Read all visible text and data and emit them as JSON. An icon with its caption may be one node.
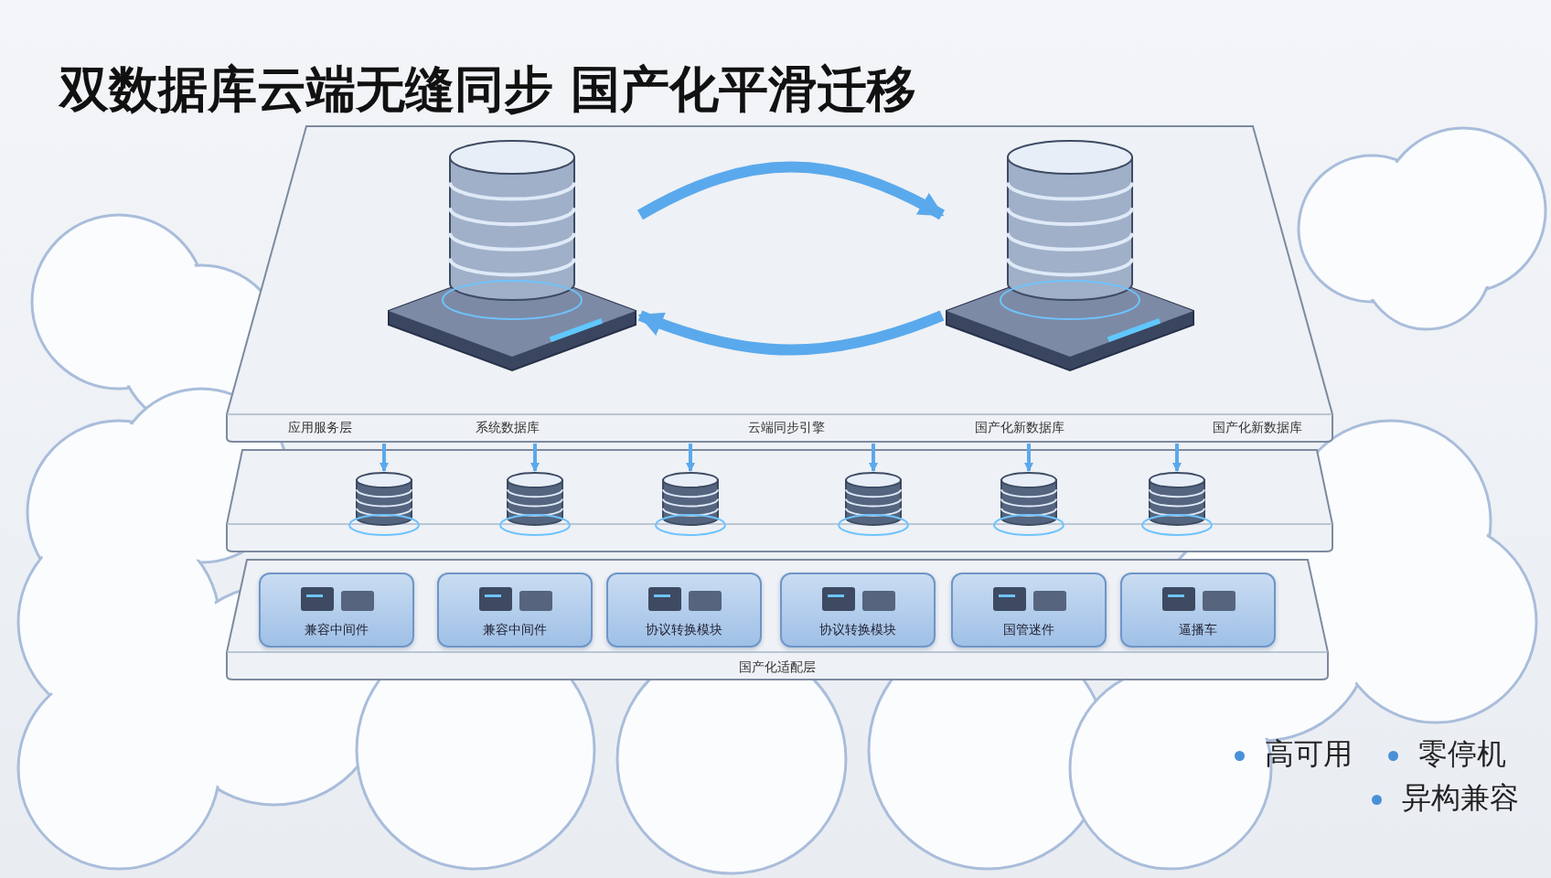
{
  "diagram": {
    "title": "双数据库云端无缝同步 国产化平滑迁移",
    "nodes": [
      {
        "text": [
          "应用服务层",
          "系统数据库",
          "云端同步引擎",
          "国产化新数据库",
          "国产化新数据库"
        ]
      },
      {
        "text": [],
        "shape": "cylinder",
        "in": 0
      },
      {
        "text": [],
        "shape": "cylinder",
        "in": 0
      },
      {
        "text": [],
        "shape": "box"
      },
      {
        "text": [],
        "shape": "cylinder",
        "in": 3
      },
      {
        "text": [],
        "shape": "cylinder",
        "in": 3
      },
      {
        "text": [],
        "shape": "cylinder",
        "in": 3
      },
      {
        "text": [],
        "shape": "cylinder",
        "in": 3
      },
      {
        "text": [],
        "shape": "cylinder",
        "in": 3
      },
      {
        "text": [],
        "shape": "cylinder",
        "in": 3
      },
      {
        "text": [
          "国产化适配层"
        ]
      },
      {
        "text": [
          "兼容中间件"
        ],
        "in": 10
      },
      {
        "text": [
          "兼容中间件"
        ],
        "in": 10
      },
      {
        "text": [
          "协议转换模块"
        ],
        "in": 10
      },
      {
        "text": [
          "协议转换模块"
        ],
        "in": 10
      },
      {
        "text": [
          "国管迷件"
        ],
        "in": 10
      },
      {
        "text": [
          "逼播车"
        ],
        "in": 10
      }
    ],
    "edges": [
      {
        "from": 1,
        "to": 2,
        "arrow": "to",
        "style": "thick"
      },
      {
        "from": 2,
        "to": 1,
        "arrow": "to",
        "style": "thick"
      },
      {
        "from": 0,
        "to": 4,
        "arrow": "to"
      },
      {
        "from": 0,
        "to": 5,
        "arrow": "to"
      },
      {
        "from": 0,
        "to": 6,
        "arrow": "to"
      },
      {
        "from": 0,
        "to": 7,
        "arrow": "to"
      },
      {
        "from": 0,
        "to": 8,
        "arrow": "to"
      },
      {
        "from": 0,
        "to": 9,
        "arrow": "to"
      }
    ],
    "labels": [
      "高可用",
      "零停机",
      "异构兼容"
    ]
  }
}
